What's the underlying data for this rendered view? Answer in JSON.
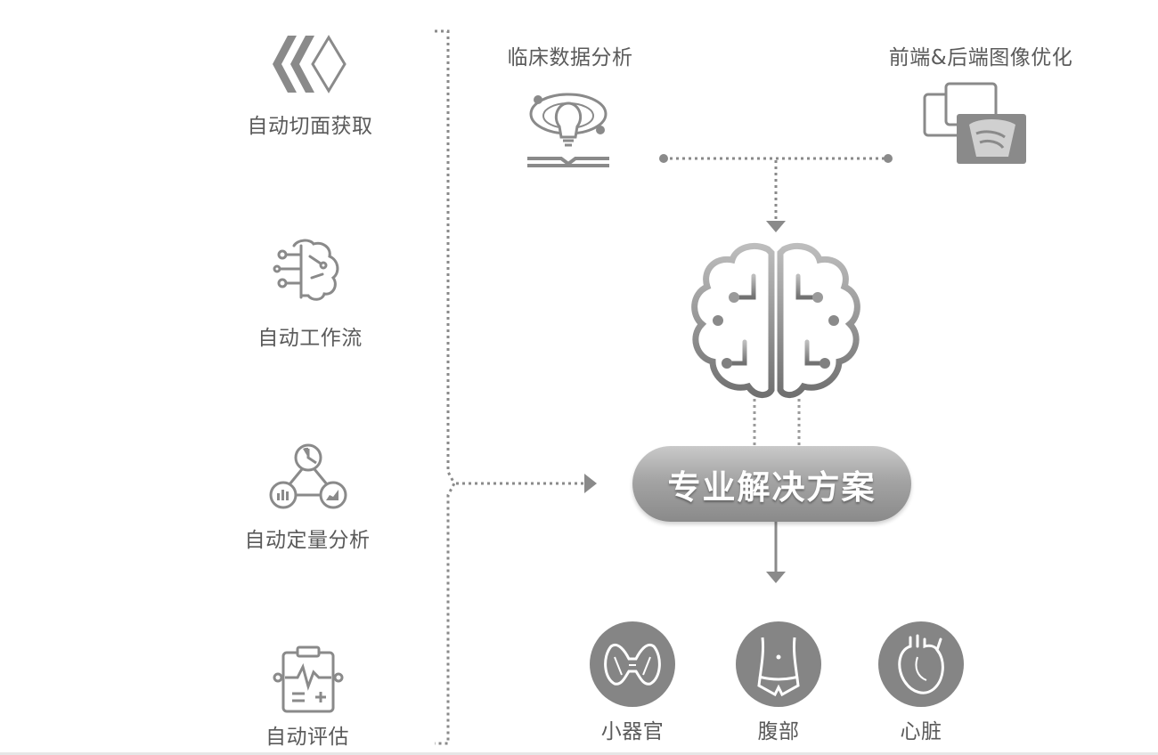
{
  "left_features": [
    {
      "label": "自动切面获取",
      "icon": "diamonds-icon"
    },
    {
      "label": "自动工作流",
      "icon": "brain-circuit-icon"
    },
    {
      "label": "自动定量分析",
      "icon": "analysis-triangle-icon"
    },
    {
      "label": "自动评估",
      "icon": "clipboard-icon"
    }
  ],
  "top_inputs": [
    {
      "label": "临床数据分析",
      "icon": "lightbulb-book-icon"
    },
    {
      "label": "前端&后端图像优化",
      "icon": "ultrasound-image-icon"
    }
  ],
  "center": {
    "label": "专业解决方案",
    "icon": "ai-brain-icon"
  },
  "outputs": [
    {
      "label": "小器官",
      "icon": "thyroid-icon"
    },
    {
      "label": "腹部",
      "icon": "abdomen-icon"
    },
    {
      "label": "心脏",
      "icon": "heart-icon"
    }
  ],
  "colors": {
    "icon_gray": "#8a8a8a",
    "dark_gray": "#6e6e6e",
    "text_gray": "#5a5a5a",
    "background": "#ffffff"
  }
}
